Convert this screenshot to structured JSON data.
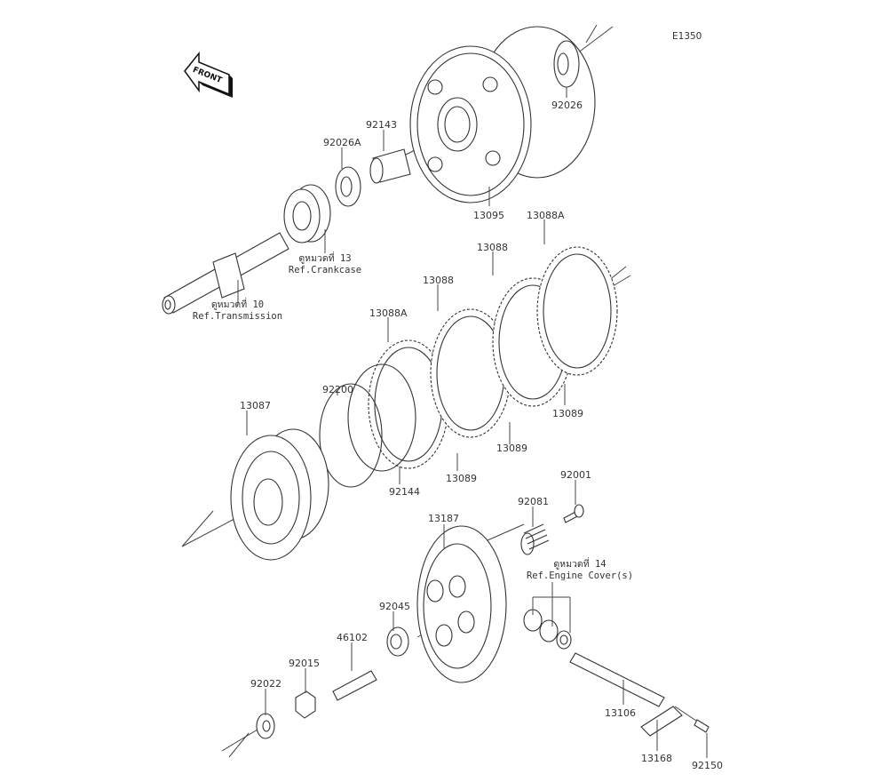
{
  "diagram": {
    "code": "E1350",
    "front_label": "FRONT",
    "parts": [
      {
        "id": "92026",
        "label": "92026"
      },
      {
        "id": "92143",
        "label": "92143"
      },
      {
        "id": "92026A",
        "label": "92026A"
      },
      {
        "id": "13095",
        "label": "13095"
      },
      {
        "id": "13088A_top",
        "label": "13088A"
      },
      {
        "id": "13088_right",
        "label": "13088"
      },
      {
        "id": "13088_left",
        "label": "13088"
      },
      {
        "id": "13088A_left",
        "label": "13088A"
      },
      {
        "id": "92200",
        "label": "92200"
      },
      {
        "id": "13087",
        "label": "13087"
      },
      {
        "id": "13089_right",
        "label": "13089"
      },
      {
        "id": "13089_mid",
        "label": "13089"
      },
      {
        "id": "13089_left",
        "label": "13089"
      },
      {
        "id": "92144",
        "label": "92144"
      },
      {
        "id": "92001",
        "label": "92001"
      },
      {
        "id": "92081",
        "label": "92081"
      },
      {
        "id": "13187",
        "label": "13187"
      },
      {
        "id": "92045",
        "label": "92045"
      },
      {
        "id": "46102",
        "label": "46102"
      },
      {
        "id": "92015",
        "label": "92015"
      },
      {
        "id": "92022",
        "label": "92022"
      },
      {
        "id": "13106",
        "label": "13106"
      },
      {
        "id": "13168",
        "label": "13168"
      },
      {
        "id": "92150",
        "label": "92150"
      }
    ],
    "references": [
      {
        "thai": "ดูหมวดที่ 13",
        "en": "Ref.Crankcase"
      },
      {
        "thai": "ดูหมวดที่ 10",
        "en": "Ref.Transmission"
      },
      {
        "thai": "ดูหมวดที่ 14",
        "en": "Ref.Engine Cover(s)"
      }
    ]
  }
}
